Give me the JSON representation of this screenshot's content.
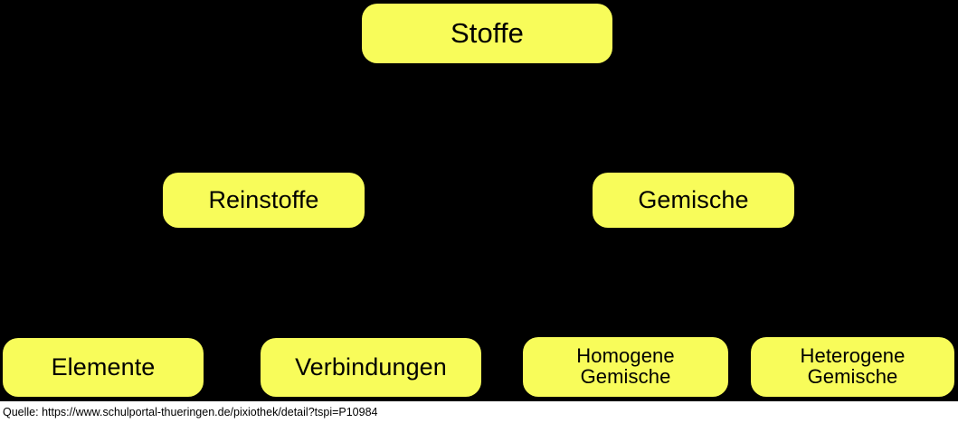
{
  "diagram": {
    "type": "hierarchy-tree",
    "title": "Stoffe classification tree",
    "background_color": "#000000",
    "node_fill_color": "#f8fc5a",
    "node_text_color": "#000000",
    "connector_color": "#000000",
    "levels": [
      {
        "level": 1,
        "nodes": [
          {
            "id": "stoffe",
            "label": "Stoffe"
          }
        ]
      },
      {
        "level": 2,
        "nodes": [
          {
            "id": "reinstoffe",
            "label": "Reinstoffe"
          },
          {
            "id": "gemische",
            "label": "Gemische"
          }
        ]
      },
      {
        "level": 3,
        "nodes": [
          {
            "id": "elemente",
            "label": "Elemente"
          },
          {
            "id": "verbindungen",
            "label": "Verbindungen"
          },
          {
            "id": "homogene",
            "label": "Homogene\nGemische"
          },
          {
            "id": "heterogene",
            "label": "Heterogene\nGemische"
          }
        ]
      }
    ],
    "edges": [
      {
        "from": "stoffe",
        "to": "reinstoffe"
      },
      {
        "from": "stoffe",
        "to": "gemische"
      },
      {
        "from": "reinstoffe",
        "to": "elemente"
      },
      {
        "from": "reinstoffe",
        "to": "verbindungen"
      },
      {
        "from": "gemische",
        "to": "homogene"
      },
      {
        "from": "gemische",
        "to": "heterogene"
      }
    ]
  },
  "source": {
    "caption": "Quelle: https://www.schulportal-thueringen.de/pixiothek/detail?tspi=P10984"
  }
}
